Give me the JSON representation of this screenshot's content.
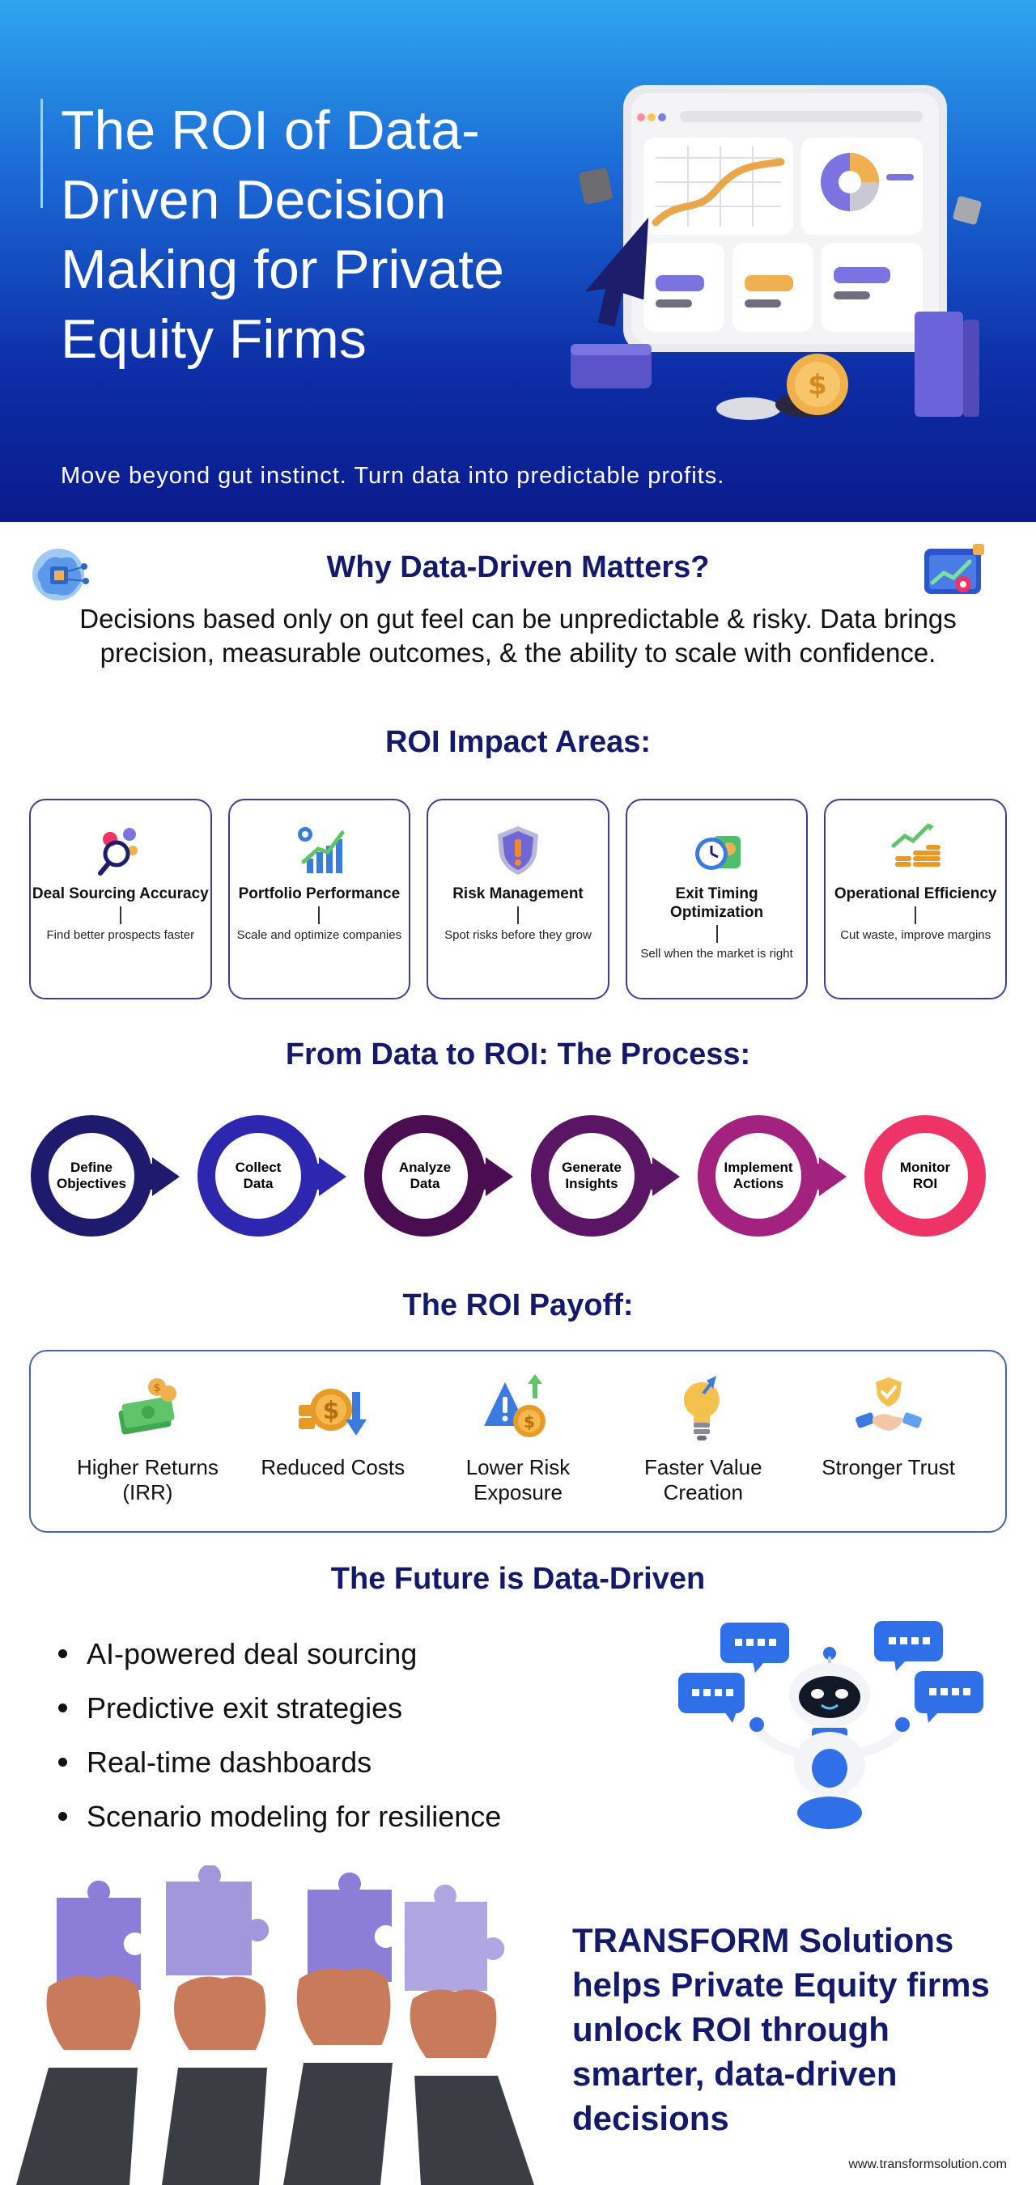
{
  "hero": {
    "title": "The ROI of Data-Driven Decision Making for Private Equity Firms",
    "subtitle": "Move beyond gut instinct. Turn data into predictable profits."
  },
  "why": {
    "heading": "Why Data-Driven Matters?",
    "text": "Decisions based only on gut feel can be unpredictable & risky. Data brings precision, measurable outcomes, & the ability to scale with confidence."
  },
  "impact": {
    "heading": "ROI Impact Areas:",
    "cards": [
      {
        "title": "Deal Sourcing Accuracy",
        "desc": "Find better prospects faster",
        "icon": "magnifier-icon"
      },
      {
        "title": "Portfolio Performance",
        "desc": "Scale and optimize companies",
        "icon": "growth-chart-icon"
      },
      {
        "title": "Risk Management",
        "desc": "Spot risks before they grow",
        "icon": "shield-icon"
      },
      {
        "title": "Exit Timing Optimization",
        "desc": "Sell when the market is right",
        "icon": "clock-money-icon"
      },
      {
        "title": "Operational Efficiency",
        "desc": "Cut waste, improve margins",
        "icon": "coin-stack-icon"
      }
    ]
  },
  "process": {
    "heading": "From Data to ROI: The Process:",
    "steps": [
      {
        "label": "Define Objectives",
        "color": "#1e1b6e"
      },
      {
        "label": "Collect Data",
        "color": "#2d27b0"
      },
      {
        "label": "Analyze Data",
        "color": "#4a0d52"
      },
      {
        "label": "Generate Insights",
        "color": "#5a1564"
      },
      {
        "label": "Implement Actions",
        "color": "#a3227f"
      },
      {
        "label": "Monitor ROI",
        "color": "#ee3466"
      }
    ]
  },
  "payoff": {
    "heading": "The ROI Payoff:",
    "items": [
      {
        "label": "Higher Returns (IRR)",
        "icon": "money-stack-icon"
      },
      {
        "label": "Reduced Costs",
        "icon": "dollar-coin-down-icon"
      },
      {
        "label": "Lower Risk Exposure",
        "icon": "warning-coin-icon"
      },
      {
        "label": "Faster Value Creation",
        "icon": "lightbulb-icon"
      },
      {
        "label": "Stronger Trust",
        "icon": "handshake-icon"
      }
    ]
  },
  "future": {
    "heading": "The Future is Data-Driven",
    "bullets": [
      "AI-powered deal sourcing",
      "Predictive exit strategies",
      "Real-time dashboards",
      "Scenario modeling for resilience"
    ]
  },
  "closing": {
    "text": "TRANSFORM Solutions helps Private Equity firms unlock ROI through smarter, data-driven decisions"
  },
  "footer": {
    "url": "www.transformsolution.com"
  },
  "colors": {
    "heading": "#131a6b",
    "hero_top": "#2ea6ee",
    "hero_bottom": "#0a1a8c"
  }
}
